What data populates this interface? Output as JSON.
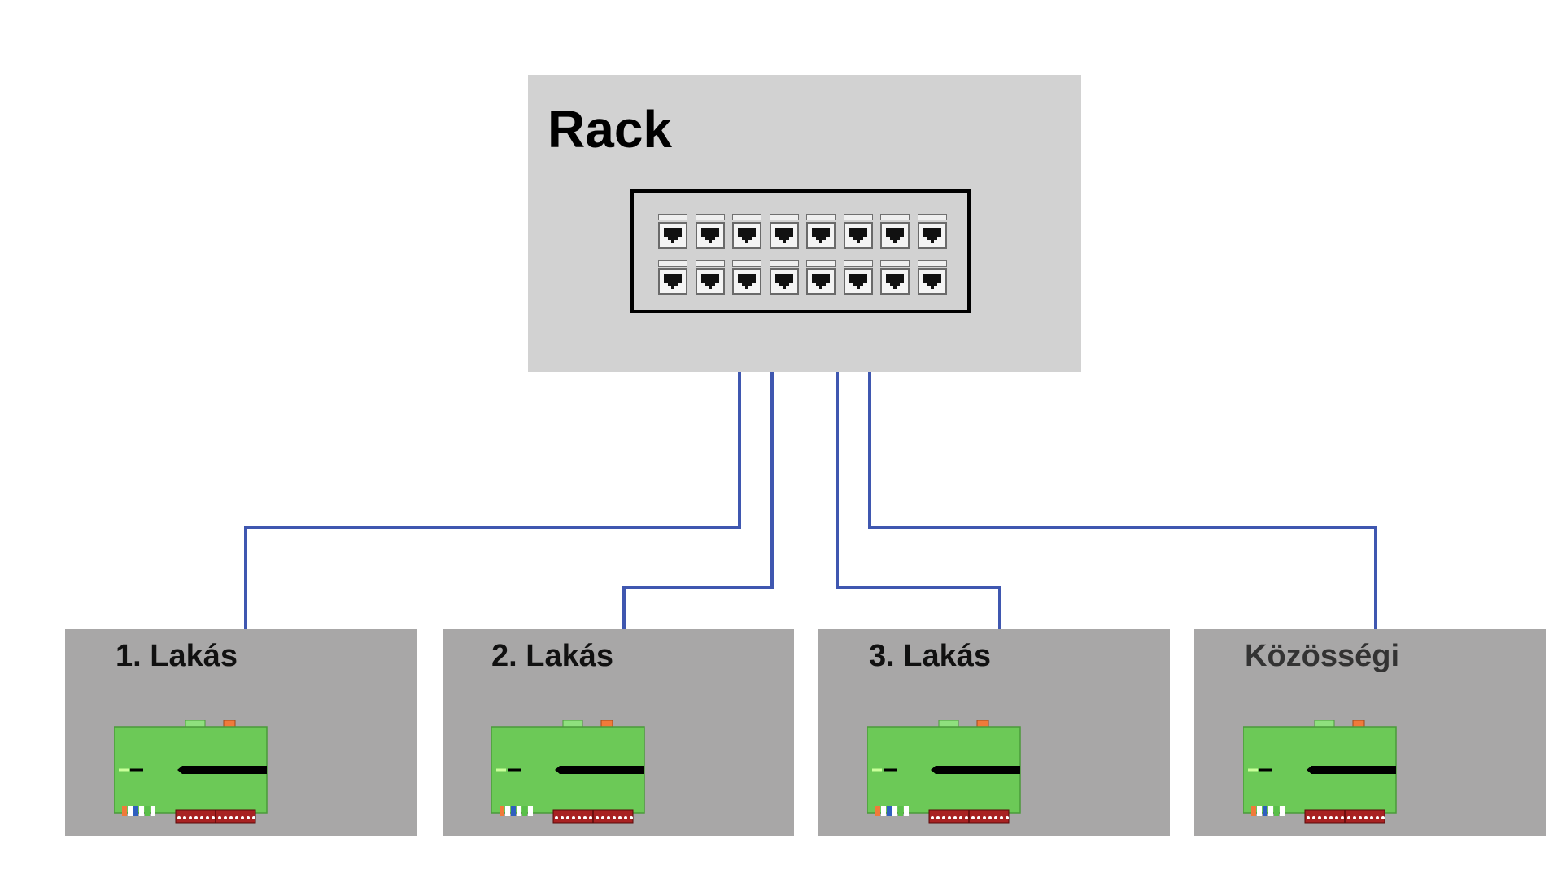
{
  "rack": {
    "title": "Rack",
    "patch_panel": {
      "ports_per_row": 8,
      "rows": 2
    }
  },
  "units": [
    {
      "label": "1. Lakás",
      "label_color": "#111111"
    },
    {
      "label": "2. Lakás",
      "label_color": "#111111"
    },
    {
      "label": "3. Lakás",
      "label_color": "#111111"
    },
    {
      "label": "Közösségi",
      "label_color": "#333333"
    }
  ],
  "colors": {
    "rack_background": "#d2d2d2",
    "unit_background": "#a8a7a7",
    "cable": "#3f57b0",
    "board": "#6cc957"
  },
  "connections": [
    {
      "from": "rack",
      "to": "1. Lakás"
    },
    {
      "from": "rack",
      "to": "2. Lakás"
    },
    {
      "from": "rack",
      "to": "3. Lakás"
    },
    {
      "from": "rack",
      "to": "Közösségi"
    }
  ]
}
